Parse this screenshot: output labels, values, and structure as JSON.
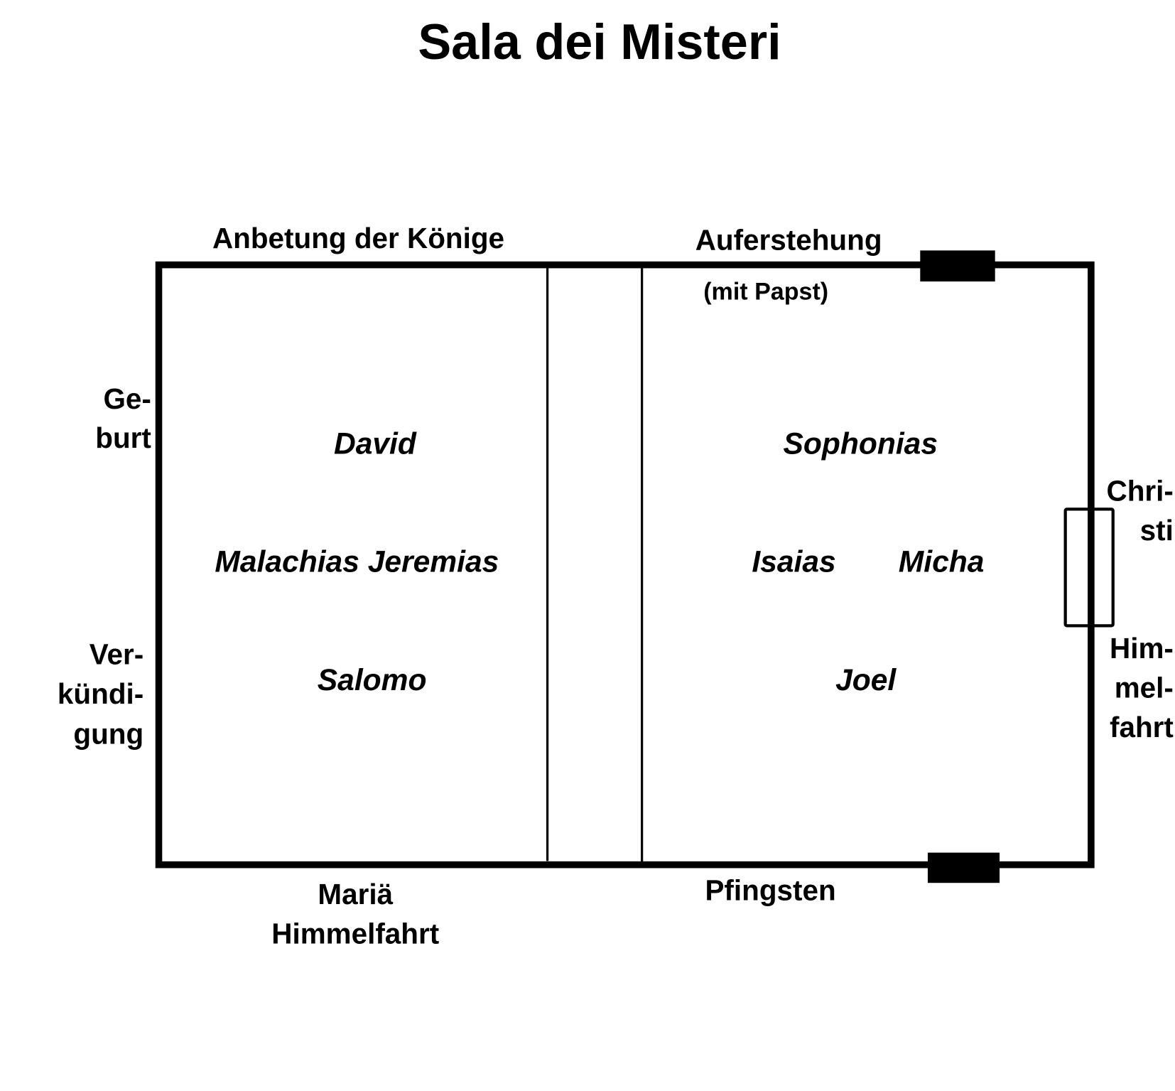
{
  "title": "Sala dei Misteri",
  "walls": {
    "top_left": "Anbetung der Könige",
    "top_right": "Auferstehung",
    "top_right_note": "(mit Papst)",
    "left_upper": [
      "Ge-",
      "burt"
    ],
    "left_lower": [
      "Ver-",
      "kündi-",
      "gung"
    ],
    "right_upper": [
      "Chri-",
      "sti"
    ],
    "right_lower": [
      "Him-",
      "mel-",
      "fahrt"
    ],
    "bottom_left": [
      "Mariä",
      "Himmelfahrt"
    ],
    "bottom_right": "Pfingsten"
  },
  "ceiling": {
    "left": {
      "top": "David",
      "middle": "Malachias Jeremias",
      "bottom": "Salomo"
    },
    "right": {
      "top": "Sophonias",
      "middle_left": "Isaias",
      "middle_right": "Micha",
      "bottom": "Joel"
    }
  }
}
